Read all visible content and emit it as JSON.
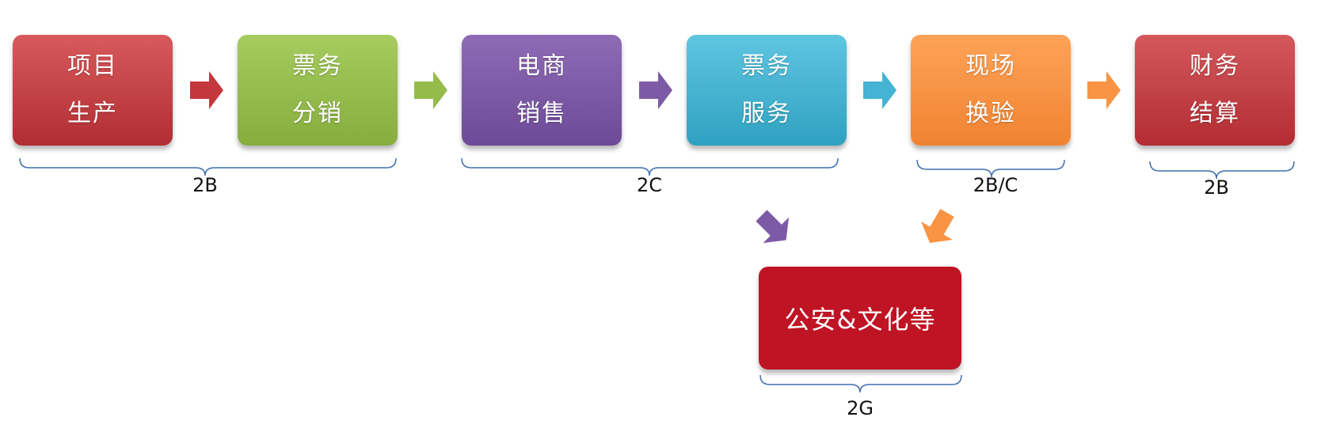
{
  "stages": [
    {
      "line1": "项目",
      "line2": "生产",
      "color": "#c3373d"
    },
    {
      "line1": "票务",
      "line2": "分销",
      "color": "#95bc4b"
    },
    {
      "line1": "电商",
      "line2": "销售",
      "color": "#7d5aa5"
    },
    {
      "line1": "票务",
      "line2": "服务",
      "color": "#45b3d3"
    },
    {
      "line1": "现场",
      "line2": "换验",
      "color": "#f89444"
    },
    {
      "line1": "财务",
      "line2": "结算",
      "color": "#c3373d"
    }
  ],
  "government": {
    "label": "公安&文化等",
    "color": "#bf1424"
  },
  "groups": [
    {
      "label": "2B"
    },
    {
      "label": "2C"
    },
    {
      "label": "2B/C"
    },
    {
      "label": "2B"
    },
    {
      "label": "2G"
    }
  ],
  "colors": {
    "bracket": "#3f6fae",
    "arrow_red": "#c3373d",
    "arrow_green": "#95bc4b",
    "arrow_purple": "#7d5aa5",
    "arrow_blue": "#45b3d3",
    "arrow_orange": "#f89444"
  }
}
